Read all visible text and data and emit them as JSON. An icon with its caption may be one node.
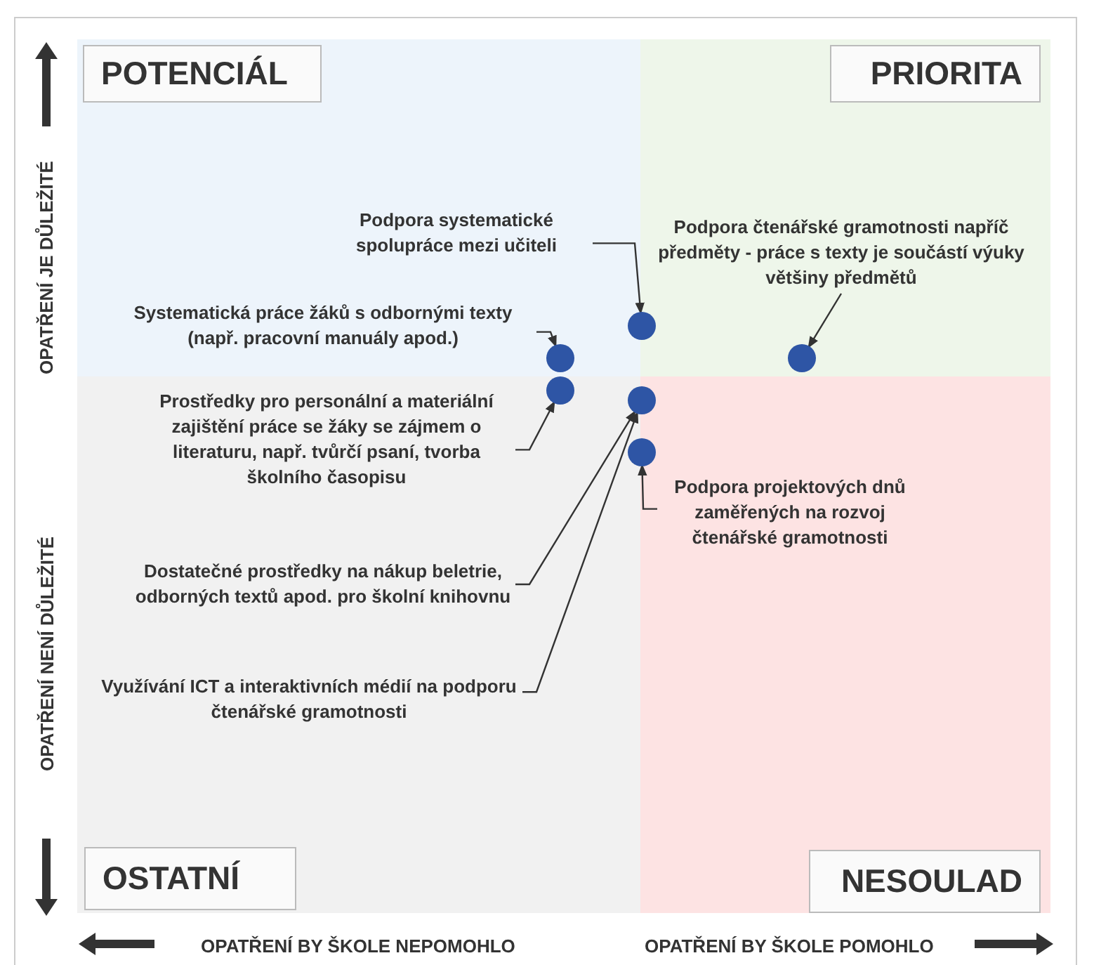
{
  "diagram": {
    "nodes": [
      {
        "text": [
          "POTENCIÁL"
        ]
      },
      {
        "text": [
          "PRIORITA"
        ]
      },
      {
        "text": [
          "OSTATNÍ"
        ]
      },
      {
        "text": [
          "NESOULAD"
        ]
      },
      {
        "text": [
          "Podpora systematické spolupráce mezi učiteli"
        ],
        "in": 0
      },
      {
        "text": [
          "Podpora čtenářské gramotnosti napříč předměty - práce s texty je součástí výuky většiny předmětů"
        ],
        "in": 1
      },
      {
        "text": [
          "Systematická práce žáků s odbornými texty (např. pracovní manuály apod.)"
        ],
        "in": 0
      },
      {
        "text": [],
        "shape": "circle"
      },
      {
        "text": [],
        "shape": "circle",
        "in": 0
      },
      {
        "text": [],
        "shape": "circle",
        "in": 1
      },
      {
        "text": [],
        "shape": "circle",
        "in": 2
      },
      {
        "text": [],
        "shape": "circle"
      },
      {
        "text": [
          "Prostředky pro personální a materiální zajištění práce se žáky se zájmem o literaturu, např. tvůrčí psaní, tvorba školního časopisu"
        ],
        "in": 2
      },
      {
        "text": [],
        "shape": "circle"
      },
      {
        "text": [
          "Podpora projektových dnů zaměřených na rozvoj čtenářské gramotnosti"
        ],
        "in": 3
      },
      {
        "text": [
          "Dostatečné prostředky na nákup beletrie, odborných textů apod. pro školní knihovnu"
        ],
        "in": 2
      },
      {
        "text": [
          "Využívání ICT a interaktivních médií na podporu čtenářské gramotnosti"
        ],
        "in": 2
      }
    ],
    "edges": [
      {
        "from": 4,
        "to": 7,
        "arrow": "to"
      },
      {
        "from": 5,
        "to": 9,
        "arrow": "to"
      },
      {
        "from": 6,
        "to": 8,
        "arrow": "to"
      },
      {
        "from": 12,
        "to": 10,
        "arrow": "to"
      },
      {
        "from": 15,
        "to": 11,
        "arrow": "to"
      },
      {
        "from": 16,
        "to": 11,
        "arrow": "to"
      },
      {
        "from": 14,
        "to": 13,
        "arrow": "to"
      }
    ],
    "labels": [
      "OPATŘENÍ JE DŮLEŽITÉ",
      "OPATŘENÍ NENÍ DŮLEŽITÉ",
      "OPATŘENÍ BY ŠKOLE NEPOMOHLO",
      "OPATŘENÍ BY ŠKOLE POMOHLO"
    ]
  }
}
